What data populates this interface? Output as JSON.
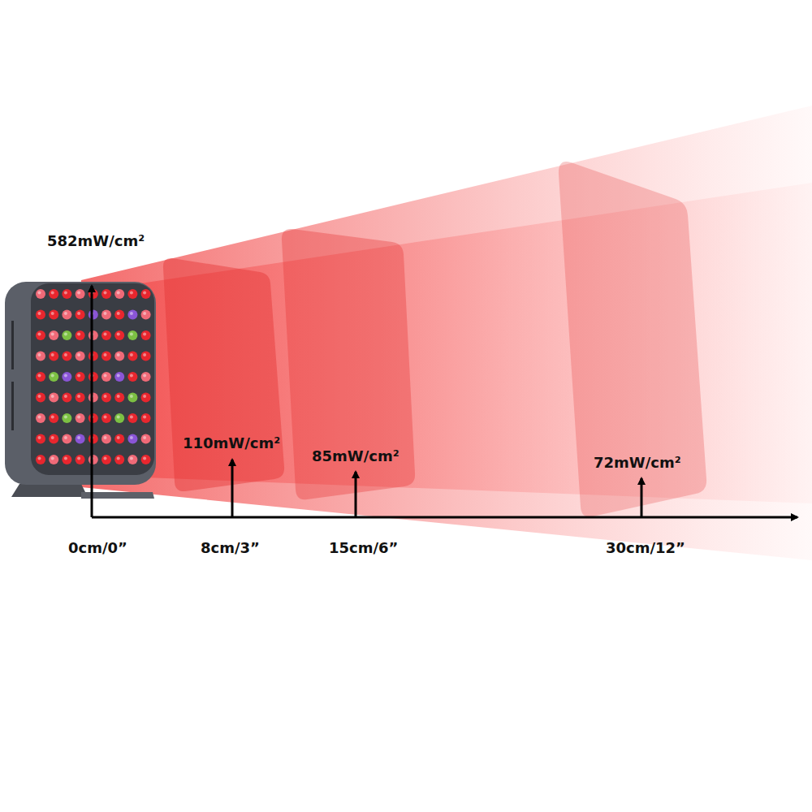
{
  "diagram": {
    "labels": [
      "582mW/cm²",
      "110mW/cm²",
      "85mW/cm²",
      "72mW/cm²",
      "0cm/0”",
      "8cm/3”",
      "15cm/6”",
      "30cm/12”"
    ]
  }
}
